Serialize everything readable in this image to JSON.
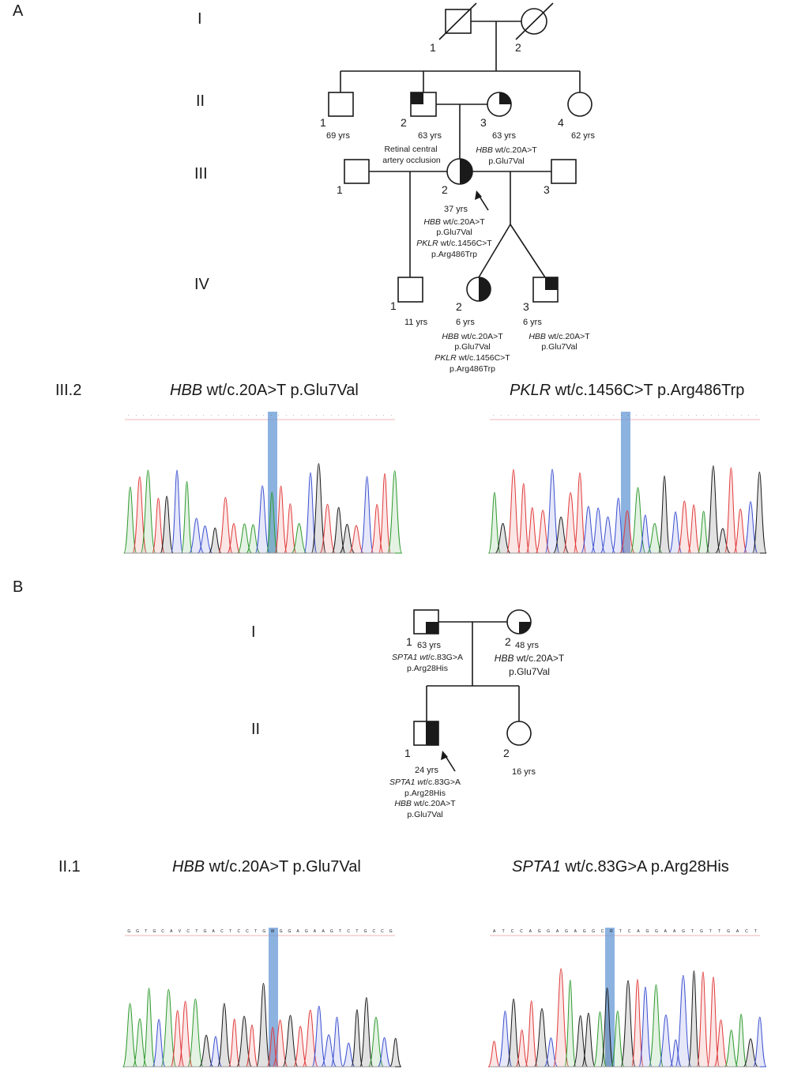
{
  "panels": [
    {
      "letter": "A",
      "generations": [
        "I",
        "II",
        "III",
        "IV"
      ],
      "individuals": [
        {
          "id": "I-1",
          "num": "1",
          "age": "",
          "notes": []
        },
        {
          "id": "I-2",
          "num": "2",
          "age": "",
          "notes": []
        },
        {
          "id": "II-1",
          "num": "1",
          "age": "69 yrs",
          "notes": []
        },
        {
          "id": "II-2",
          "num": "2",
          "age": "63 yrs",
          "notes": [
            "Retinal central",
            "artery occlusion"
          ]
        },
        {
          "id": "II-3",
          "num": "3",
          "age": "63 yrs",
          "notes": [
            {
              "gene": "HBB",
              "rest": " wt/c.20A>T"
            },
            "p.Glu7Val"
          ]
        },
        {
          "id": "II-4",
          "num": "4",
          "age": "62 yrs",
          "notes": []
        },
        {
          "id": "III-1",
          "num": "1",
          "age": "",
          "notes": []
        },
        {
          "id": "III-2",
          "num": "2",
          "age": "37 yrs",
          "notes": [
            {
              "gene": "HBB",
              "rest": " wt/c.20A>T"
            },
            "p.Glu7Val",
            {
              "gene": "PKLR",
              "rest": "  wt/c.1456C>T"
            },
            "p.Arg486Trp"
          ]
        },
        {
          "id": "III-3",
          "num": "3",
          "age": "",
          "notes": []
        },
        {
          "id": "IV-1",
          "num": "1",
          "age": "11 yrs",
          "notes": []
        },
        {
          "id": "IV-2",
          "num": "2",
          "age": "6 yrs",
          "notes": [
            {
              "gene": "HBB",
              "rest": " wt/c.20A>T"
            },
            "p.Glu7Val",
            {
              "gene": "PKLR",
              "rest": "  wt/c.1456C>T"
            },
            "p.Arg486Trp"
          ]
        },
        {
          "id": "IV-3",
          "num": "3",
          "age": "6 yrs",
          "notes": [
            {
              "gene": "HBB",
              "rest": " wt/c.20A>T"
            },
            "p.Glu7Val"
          ]
        }
      ],
      "chromatogram_label": "III.2",
      "chromatograms": [
        {
          "gene": "HBB",
          "variant": " wt/c.20A>T p.Glu7Val"
        },
        {
          "gene": "PKLR",
          "variant": " wt/c.1456C>T p.Arg486Trp"
        }
      ]
    },
    {
      "letter": "B",
      "generations": [
        "I",
        "II"
      ],
      "individuals": [
        {
          "id": "BI-1",
          "num": "1",
          "age": "63 yrs",
          "notes": [
            {
              "gene": "SPTA1 wt",
              "rest": "/c.83G>A"
            },
            "p.Arg28His"
          ]
        },
        {
          "id": "BI-2",
          "num": "2",
          "age": "48 yrs",
          "notes": [
            {
              "gene": "HBB",
              "rest": " wt/c.20A>T"
            },
            "p.Glu7Val"
          ]
        },
        {
          "id": "BII-1",
          "num": "1",
          "age": "24 yrs",
          "notes": [
            {
              "gene": "SPTA1 wt",
              "rest": "/c.83G>A"
            },
            "p.Arg28His",
            {
              "gene": "HBB",
              "rest": " wt/c.20A>T"
            },
            "p.Glu7Val"
          ]
        },
        {
          "id": "BII-2",
          "num": "2",
          "age": "16 yrs",
          "notes": []
        }
      ],
      "chromatogram_label": "II.1",
      "chromatograms": [
        {
          "gene": "HBB",
          "variant": " wt/c.20A>T p.Glu7Val"
        },
        {
          "gene": "SPTA1",
          "variant": " wt/c.83G>A p.Arg28His"
        }
      ],
      "sequences": [
        "GGTGCAVCTGACTCCTGWGGAGAAGTCTGCCG",
        "ATCCAGGAGAGGCRTCAGGAAGTGTTGACT"
      ]
    }
  ],
  "colors": {
    "A": "#2e9a2e",
    "C": "#3a4fd0",
    "G": "#1a1a1a",
    "T": "#e03a3a",
    "highlight": "#6f9fd8"
  }
}
